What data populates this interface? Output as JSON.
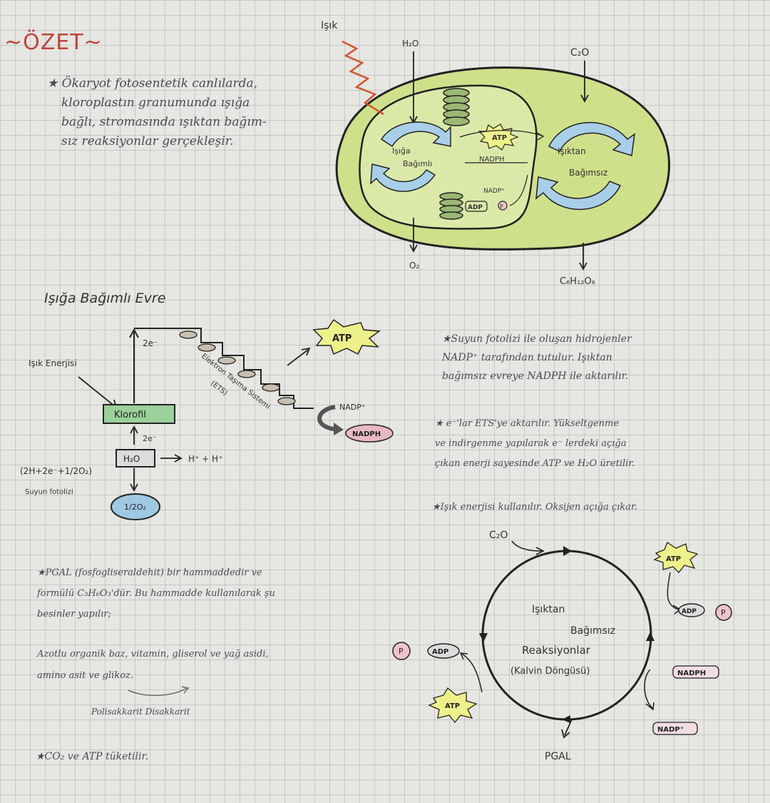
{
  "title": "~ÖZET~",
  "intro": {
    "line1": "★ Ökaryot fotosentetik canlılarda,",
    "line2": "kloroplastın granumunda ışığa",
    "line3": "bağlı, stromasında ışıktan bağım-",
    "line4": "sız reaksiyonlar gerçekleşir."
  },
  "chloroplast": {
    "light_label": "Işık",
    "h2o": "H₂O",
    "co2": "C₂O",
    "o2": "O₂",
    "glucose": "C₆H₁₂O₆",
    "light_dep_1": "Işığa",
    "light_dep_2": "Bağımlı",
    "light_indep_1": "Işıktan",
    "light_indep_2": "Bağımsız",
    "atp": "ATP",
    "nadph": "NADPH",
    "nadp": "NADP⁺",
    "adp": "ADP",
    "p": "P"
  },
  "section_light": {
    "heading": "Işığa Bağımlı Evre",
    "light_energy": "Işık Enerjisi",
    "e2_top": "2e⁻",
    "e2_mid": "2e⁻",
    "klorofil": "Klorofil",
    "h2o": "H₂O",
    "hplus": "H⁺ + H⁺",
    "equation": "(2H+2e⁻+1/2O₂)",
    "photolysis": "Suyun fotolizi",
    "half_o2": "1/2O₂",
    "ets_1": "Elektron Taşıma Sistemi",
    "ets_2": "(ETS)",
    "atp": "ATP",
    "nadp": "NADP⁺",
    "nadph": "NADPH"
  },
  "notes_right": {
    "n1_l1": "★Suyun fotolizi ile oluşan hidrojenler",
    "n1_l2": "NADP⁺ tarafından tutulur. Işıktan",
    "n1_l3": "bağımsız evreye NADPH ile aktarılır.",
    "n2_l1": "★ e⁻'lar ETS'ye aktarılır. Yükseltgenme",
    "n2_l2": "ve indirgenme yapılarak e⁻ lerdeki açığa",
    "n2_l3": "çıkan enerji sayesinde ATP ve H₂O üretilir.",
    "n3_l1": "★Işık enerjisi kullanılır. Oksijen açığa çıkar."
  },
  "notes_left": {
    "p1_l1": "★PGAL (fosfogliseraldehit) bir hammaddedir ve",
    "p1_l2": "formülü C₃H₆O₃'dür. Bu hammadde kullanılarak şu",
    "p1_l3": "besinler yapılır;",
    "p2_l1": "Azotlu organik baz, vitamin, gliserol ve yağ asidi,",
    "p2_l2": "amino asit ve glikoz.",
    "p3": "Polisakkarit   Disakkarit",
    "p4": "★CO₂ ve ATP tüketilir."
  },
  "calvin": {
    "co2": "C₂O",
    "line1": "Işıktan",
    "line2": "Bağımsız",
    "line3": "Reaksiyonlar",
    "line4": "(Kalvin Döngüsü)",
    "atp_top": "ATP",
    "adp_right": "ADP",
    "p_right": "P",
    "p_left": "P",
    "adp_left": "ADP",
    "atp_left": "ATP",
    "nadph": "NADPH",
    "nadp": "NADP⁺",
    "pgal": "PGAL"
  },
  "colors": {
    "title_red": "#c0443a",
    "chloroplast_green": "#cfe08a",
    "atp_yellow": "#eef08a",
    "klorofil_green": "#9bd19a",
    "o2_blue": "#9fc8e2",
    "nadph_pink": "#e7b9c4",
    "arrow_blue": "#a9cfe8",
    "p_pink": "#f0c4cc"
  }
}
